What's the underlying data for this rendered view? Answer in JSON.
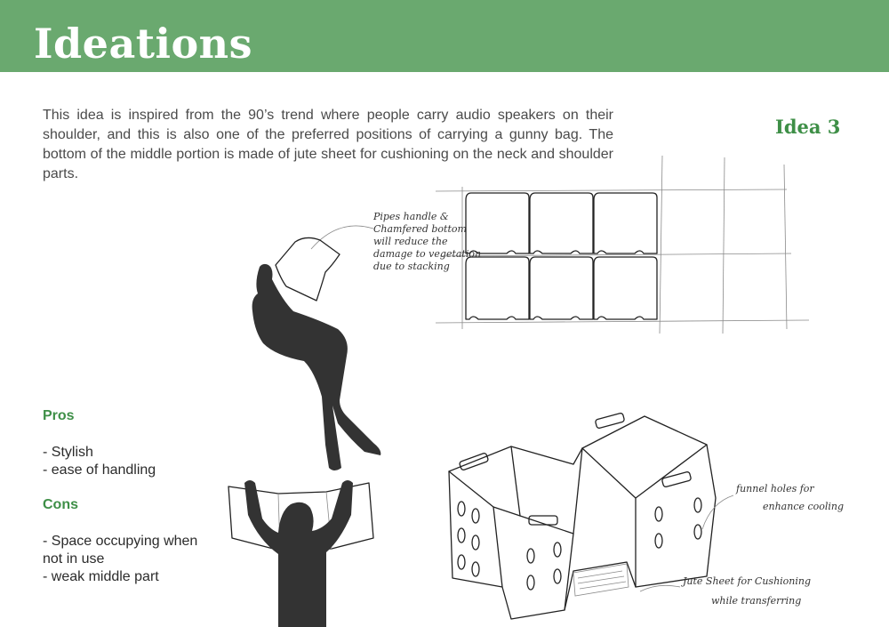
{
  "header": {
    "title": "Ideations",
    "color": "#6aa96f"
  },
  "intro": "This idea is inspired from the 90’s trend where people carry audio speakers on their shoulder, and this is also one of the preferred positions of carrying a gunny bag. The bottom of the middle portion is made of jute sheet for cushioning on the neck and shoulder parts.",
  "idea_label": "Idea 3",
  "pros": {
    "title": "Pros",
    "items": [
      "- Stylish",
      "- ease of handling"
    ]
  },
  "cons": {
    "title": "Cons",
    "items": [
      "- Space occupying when not in use",
      "- weak middle part"
    ]
  },
  "annotations": {
    "grid_note": [
      "Pipes handle &",
      "Chamfered bottom",
      "will reduce the",
      "damage to vegetation",
      "due to stacking"
    ],
    "funnel_note": [
      "funnel holes for",
      "enhance cooling"
    ],
    "jute_note": [
      "Jute Sheet for Cushioning",
      "while transferring"
    ]
  },
  "accent_color": "#3e8f47"
}
